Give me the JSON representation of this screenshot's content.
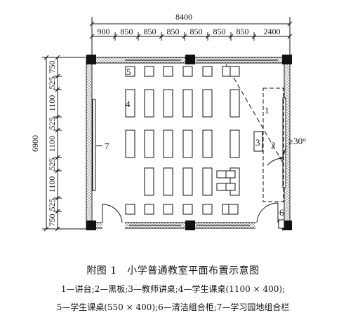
{
  "dimensions": {
    "top_total": "8400",
    "top_segments": [
      "900",
      "850",
      "850",
      "850",
      "850",
      "850",
      "850",
      "2400"
    ],
    "left_total": "6900",
    "left_segments": [
      "750",
      "525",
      "1100",
      "525",
      "1100",
      "525",
      "1100",
      "525",
      "750"
    ]
  },
  "labels": {
    "podium": "1",
    "blackboard": "2",
    "teacher_desk": "3",
    "desk_large": "4",
    "desk_small": "5",
    "cabinet": "6",
    "board_rear": "7",
    "angle": "≥30°"
  },
  "caption": {
    "title": "附图 1　小学普通教室平面布置示意图",
    "line1": "1—讲台;2—黑板;3—教师讲桌;4—学生课桌(1100 × 400);",
    "line2": "5—学生课桌(550 × 400);6—清洁组合柜;7—学习园地组合栏"
  }
}
